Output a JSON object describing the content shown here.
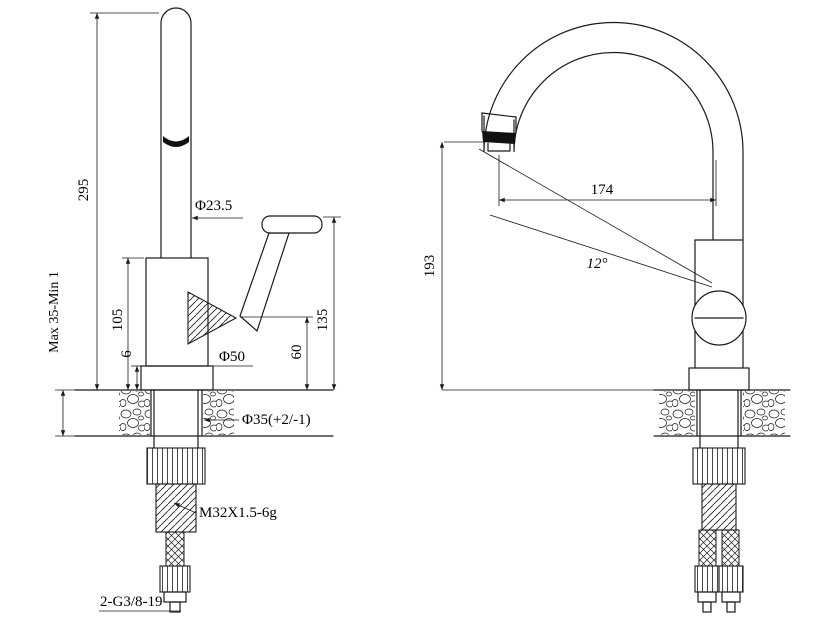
{
  "drawing": {
    "type": "faucet technical drawing, front and side orthographic views",
    "front_view": {
      "spout_height": "295",
      "mount_thickness": "Max 35-Min 1",
      "body_height": "105",
      "base_plate_thickness": "6",
      "spout_diameter": "Φ23.5",
      "handle_height": "135",
      "outlet_height": "60",
      "base_diameter": "Φ50",
      "hole_diameter": "Φ35(+2/-1)",
      "shank_thread": "M32X1.5-6g",
      "hose_thread": "2-G3/8-19"
    },
    "side_view": {
      "reach": "174",
      "height_to_outlet": "193",
      "tilt_angle": "12°"
    }
  }
}
